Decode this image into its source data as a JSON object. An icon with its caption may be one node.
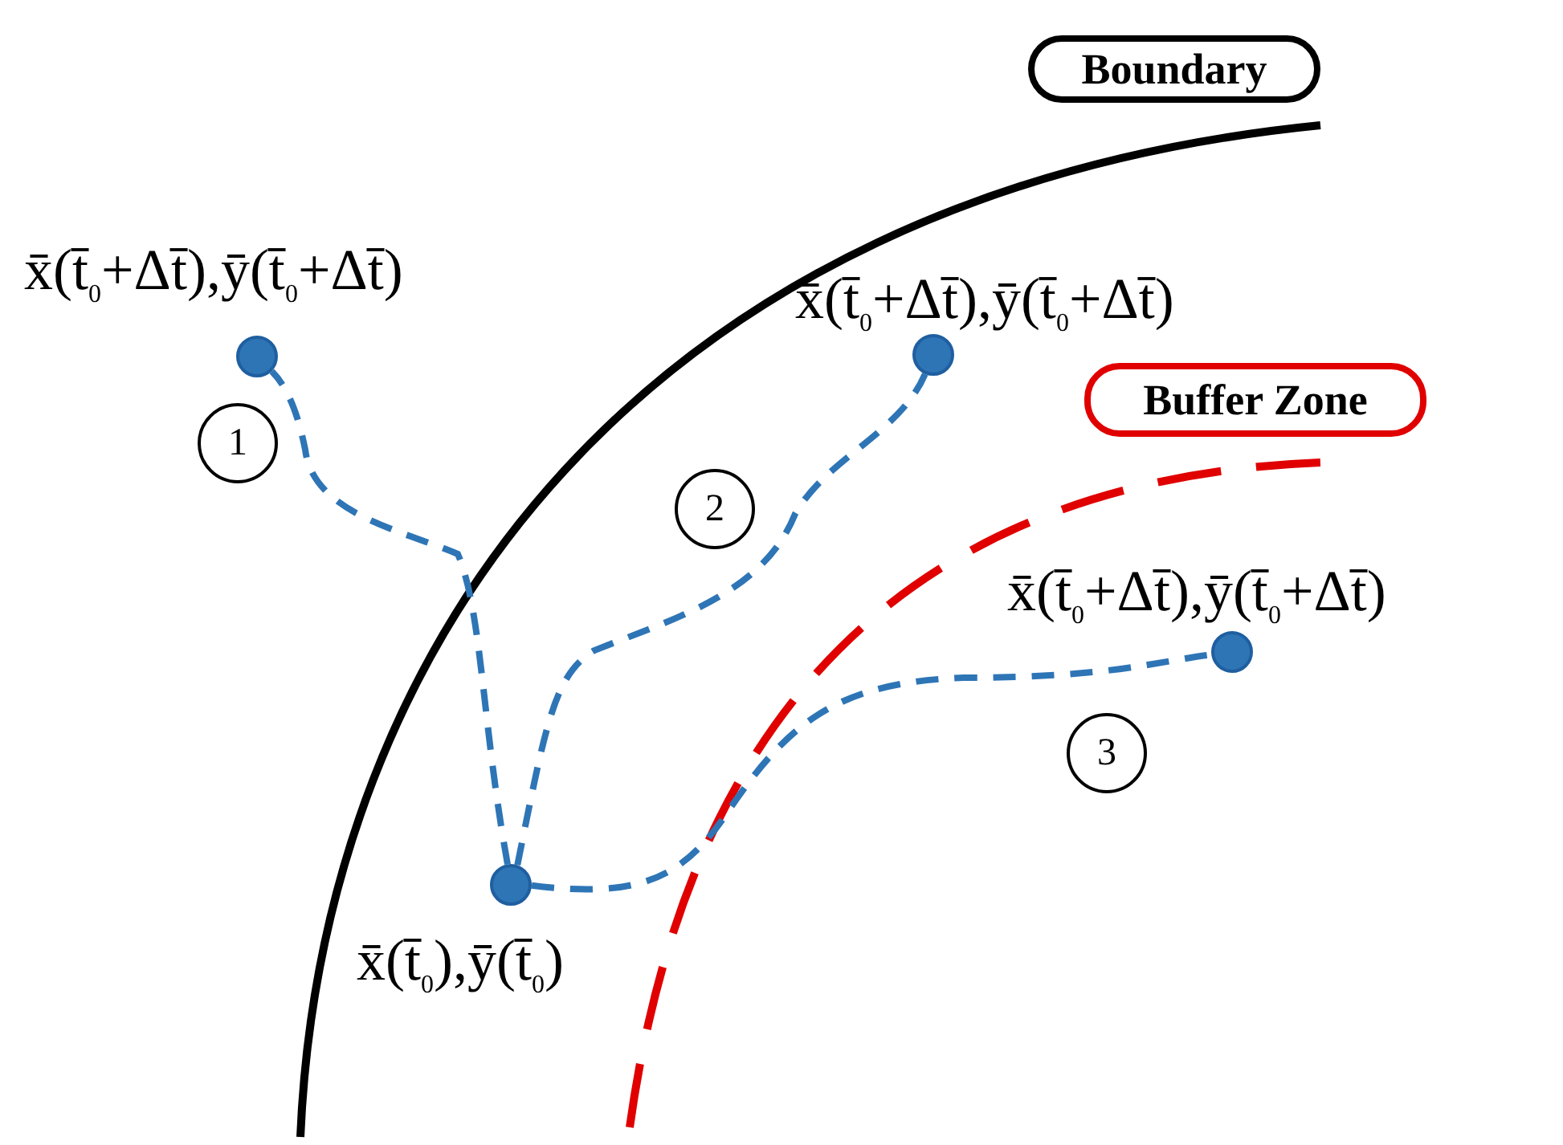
{
  "diagram": {
    "nodes": [
      {
        "text": [
          "Boundary"
        ]
      },
      {
        "text": [],
        "shape": "circle",
        "beside": [
          "x̄(t̄$_{0}$+Δt̄),ȳ(t̄$_{0}$+Δt̄)"
        ]
      },
      {
        "text": [],
        "shape": "circle",
        "beside": [
          "x̄(t̄$_{0}$+Δt̄),ȳ(t̄$_{0}$+Δt̄)"
        ]
      },
      {
        "text": [
          "Buffer Zone"
        ]
      },
      {
        "text": [
          "1"
        ]
      },
      {
        "text": [
          "2"
        ]
      },
      {
        "text": [],
        "shape": "circle",
        "beside": [
          "x̄(t̄$_{0}$+Δt̄),ȳ(t̄$_{0}$+Δt̄)"
        ]
      },
      {
        "text": [
          "3"
        ]
      },
      {
        "text": [],
        "shape": "circle",
        "beside": [
          "x̄(t̄$_{0}$),ȳ(t̄$_{0}$)"
        ]
      }
    ],
    "edges": [
      {
        "from": 8,
        "to": 1,
        "arrow": "none",
        "style": "dashed"
      },
      {
        "from": 8,
        "to": 2,
        "arrow": "none",
        "style": "dashed"
      },
      {
        "from": 8,
        "to": 6,
        "arrow": "none",
        "style": "dashed"
      }
    ]
  }
}
